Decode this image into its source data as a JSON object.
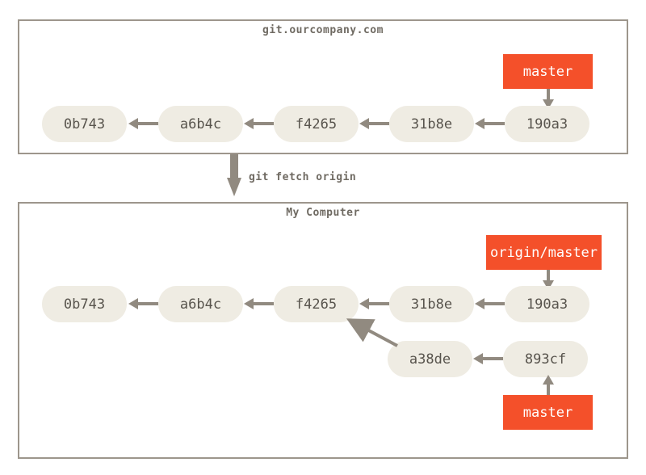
{
  "diagram": {
    "title_remote": "git.ourcompany.com",
    "title_local": "My Computer",
    "transition_label": "git fetch origin",
    "colors": {
      "branch_label_bg": "#f4502a",
      "branch_label_text": "#ffffff",
      "commit_bg": "#efece3",
      "commit_text": "#58544d",
      "panel_border": "#9d968c",
      "arrow": "#918a80",
      "title_text": "#6f6a62",
      "background": "#ffffff"
    }
  },
  "remote_panel": {
    "title": "git.ourcompany.com",
    "commits": [
      {
        "id": "0b743"
      },
      {
        "id": "a6b4c"
      },
      {
        "id": "f4265"
      },
      {
        "id": "31b8e"
      },
      {
        "id": "190a3"
      }
    ],
    "branch_labels": [
      {
        "name": "master",
        "points_to": "190a3"
      }
    ]
  },
  "local_panel": {
    "title": "My Computer",
    "main_commits": [
      {
        "id": "0b743"
      },
      {
        "id": "a6b4c"
      },
      {
        "id": "f4265"
      },
      {
        "id": "31b8e"
      },
      {
        "id": "190a3"
      }
    ],
    "side_commits": [
      {
        "id": "a38de"
      },
      {
        "id": "893cf"
      }
    ],
    "branch_labels": [
      {
        "name": "origin/master",
        "points_to": "190a3"
      },
      {
        "name": "master",
        "points_to": "893cf"
      }
    ]
  }
}
